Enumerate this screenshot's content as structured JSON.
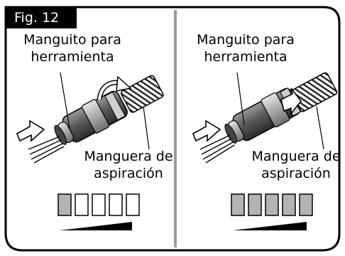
{
  "figure": {
    "tag": "Fig. 12"
  },
  "left_panel": {
    "tool_hose_label": [
      "Manguito para",
      "herramienta"
    ],
    "suction_hose_label": [
      "Manguera de",
      "aspiración"
    ],
    "power_level": 1,
    "power_level_max": 5
  },
  "right_panel": {
    "tool_hose_label": [
      "Manguito para",
      "herramienta"
    ],
    "suction_hose_label": [
      "Manguera de",
      "aspiración"
    ],
    "power_level": 5,
    "power_level_max": 5
  },
  "colors": {
    "segment_on": "#b3b3b3",
    "segment_off": "#ffffff",
    "outline": "#000000"
  }
}
